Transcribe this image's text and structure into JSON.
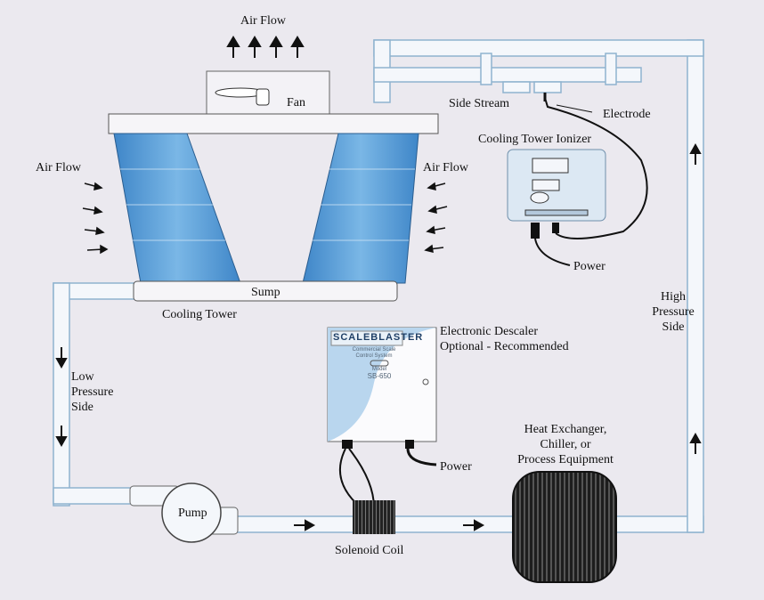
{
  "labels": {
    "air_flow_top": "Air Flow",
    "fan": "Fan",
    "air_flow_left": "Air Flow",
    "air_flow_right": "Air Flow",
    "sump": "Sump",
    "cooling_tower": "Cooling Tower",
    "side_stream": "Side Stream",
    "electrode": "Electrode",
    "ionizer": "Cooling Tower Ionizer",
    "power_ionizer": "Power",
    "high_pressure": [
      "High",
      "Pressure",
      "Side"
    ],
    "descaler": [
      "Electronic Descaler",
      "Optional - Recommended"
    ],
    "power_descaler": "Power",
    "low_pressure": [
      "Low",
      "Pressure",
      "Side"
    ],
    "heat_exchanger": [
      "Heat Exchanger,",
      "Chiller, or",
      "Process Equipment"
    ],
    "pump": "Pump",
    "solenoid": "Solenoid Coil"
  },
  "descaler_device": {
    "brand": "SCALEBLASTER",
    "subtitle": [
      "Commercial Scale",
      "Control System"
    ],
    "model_label": "Model",
    "model": "SB-650"
  },
  "colors": {
    "background": "#ebe9ef",
    "fill_media": "#5c9fd6",
    "pipe": "#f4f7fb",
    "pipe_edge": "#8fb3cf"
  }
}
